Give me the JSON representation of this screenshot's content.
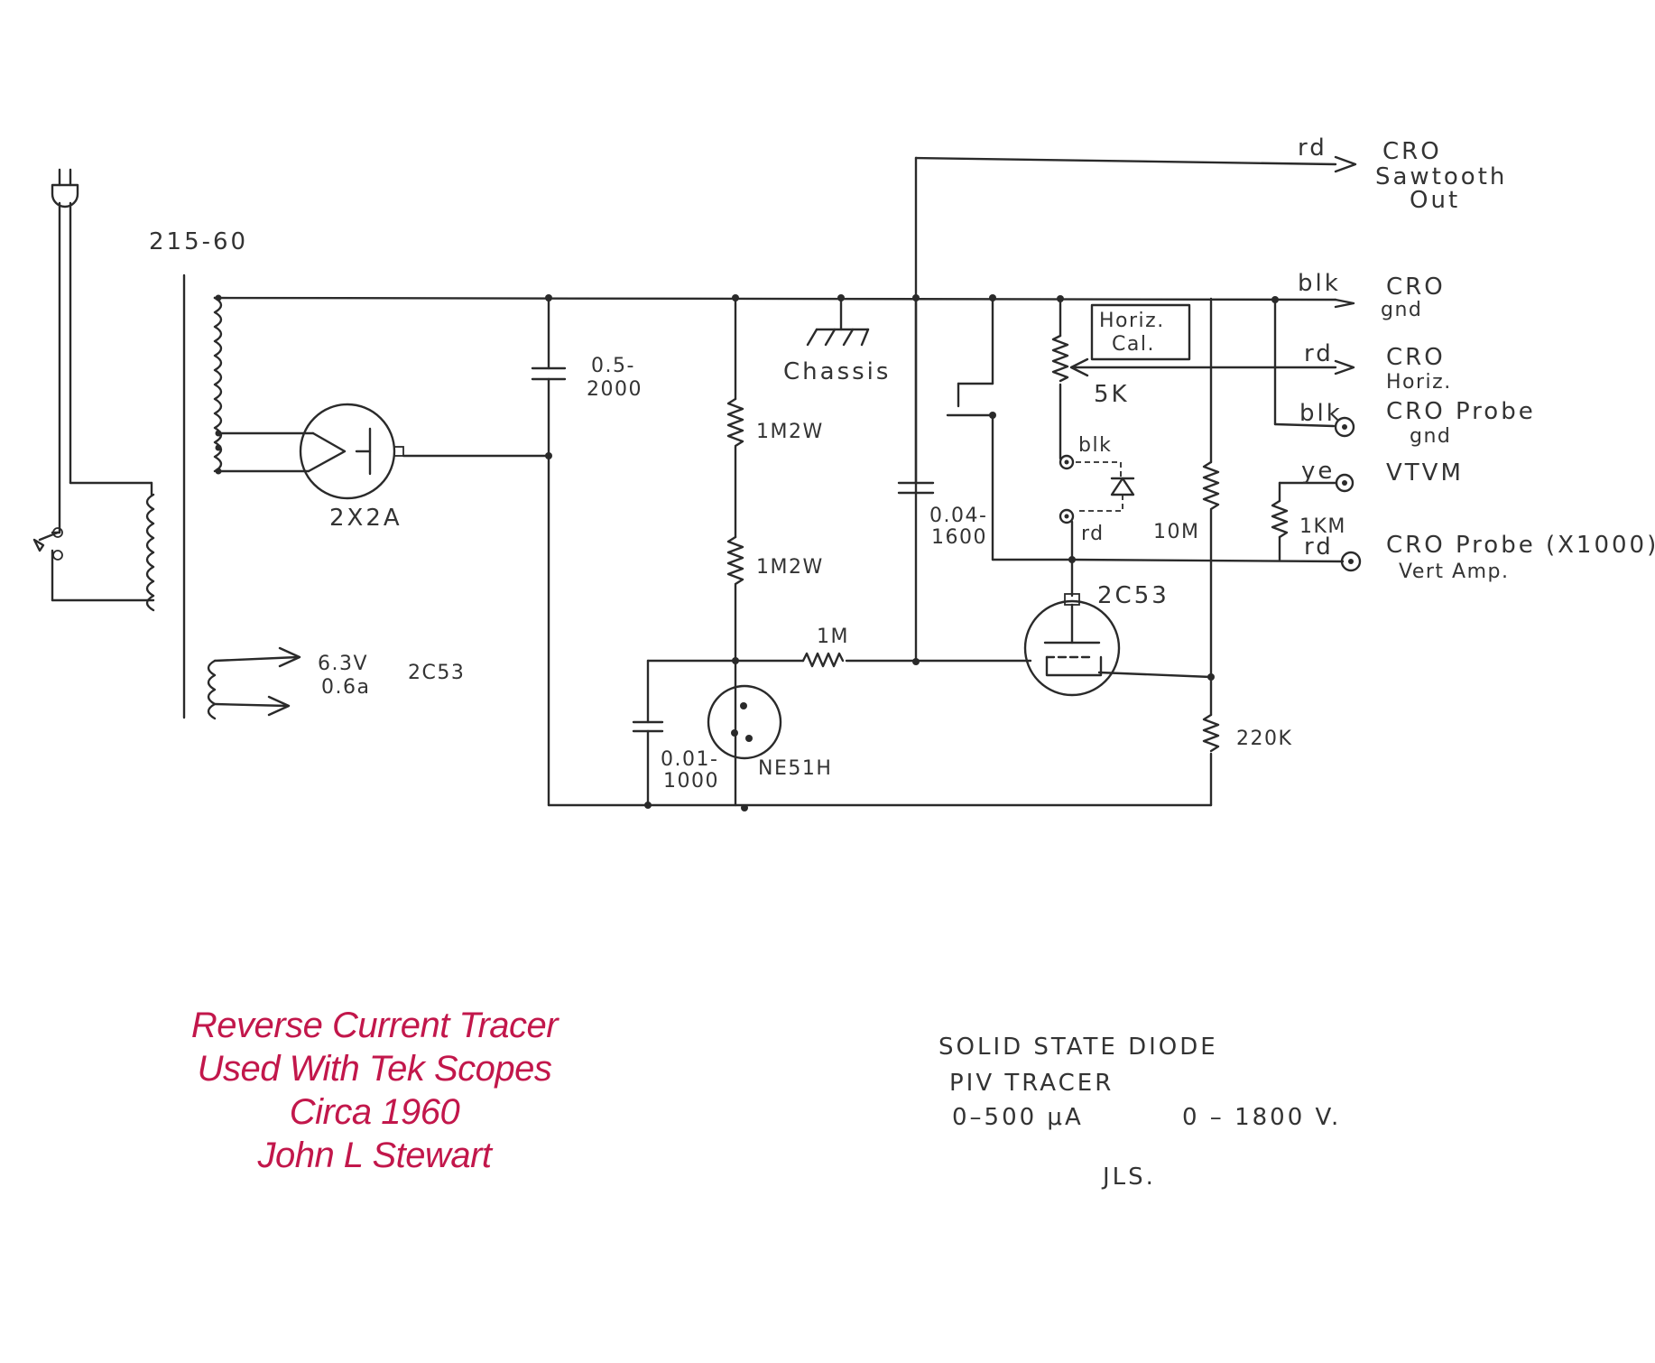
{
  "title_lines": [
    "Reverse Current Tracer",
    "Used With Tek Scopes",
    "Circa 1960",
    "John L Stewart"
  ],
  "title_color": "#c2174b",
  "notes": {
    "line1": "SOLID  STATE  DIODE",
    "line2": "PIV    TRACER",
    "line3": "0–500 μA",
    "line4": "0 – 1800 V.",
    "signature": "JLS."
  },
  "labels": {
    "transformer": "215-60",
    "rectifier_tube": "2X2A",
    "cap_main": [
      "0.5-",
      "2000"
    ],
    "chassis": "Chassis",
    "res_1m2w_a": "1M2W",
    "res_1m2w_b": "1M2W",
    "res_1m": "1M",
    "cap_small": [
      "0.01-",
      "1000"
    ],
    "neon": "NE51H",
    "cap_timing": [
      "0.04-",
      "1600"
    ],
    "thyratron": "2C53",
    "heater": [
      "6.3V",
      "0.6a"
    ],
    "heater_tube": "2C53",
    "pot": "5K",
    "horiz_cal": [
      "Horiz.",
      "Cal."
    ],
    "res_10m": "10M",
    "res_220k": "220K",
    "res_1km": "1KM",
    "wire_rd_1": "rd",
    "wire_blk_1": "blk",
    "wire_rd_2": "rd",
    "wire_blk_2": "blk",
    "wire_ye": "ye",
    "wire_rd_3": "rd",
    "diode_blk": "blk",
    "diode_rd": "rd"
  },
  "outputs": {
    "sawtooth": [
      "CRO",
      "Sawtooth",
      "Out"
    ],
    "gnd": [
      "CRO",
      "gnd"
    ],
    "horiz": [
      "CRO",
      "Horiz."
    ],
    "probe_gnd": [
      "CRO Probe",
      "gnd"
    ],
    "vtvm": "VTVM",
    "probe_vert": [
      "CRO Probe (X1000)",
      "Vert Amp."
    ]
  }
}
